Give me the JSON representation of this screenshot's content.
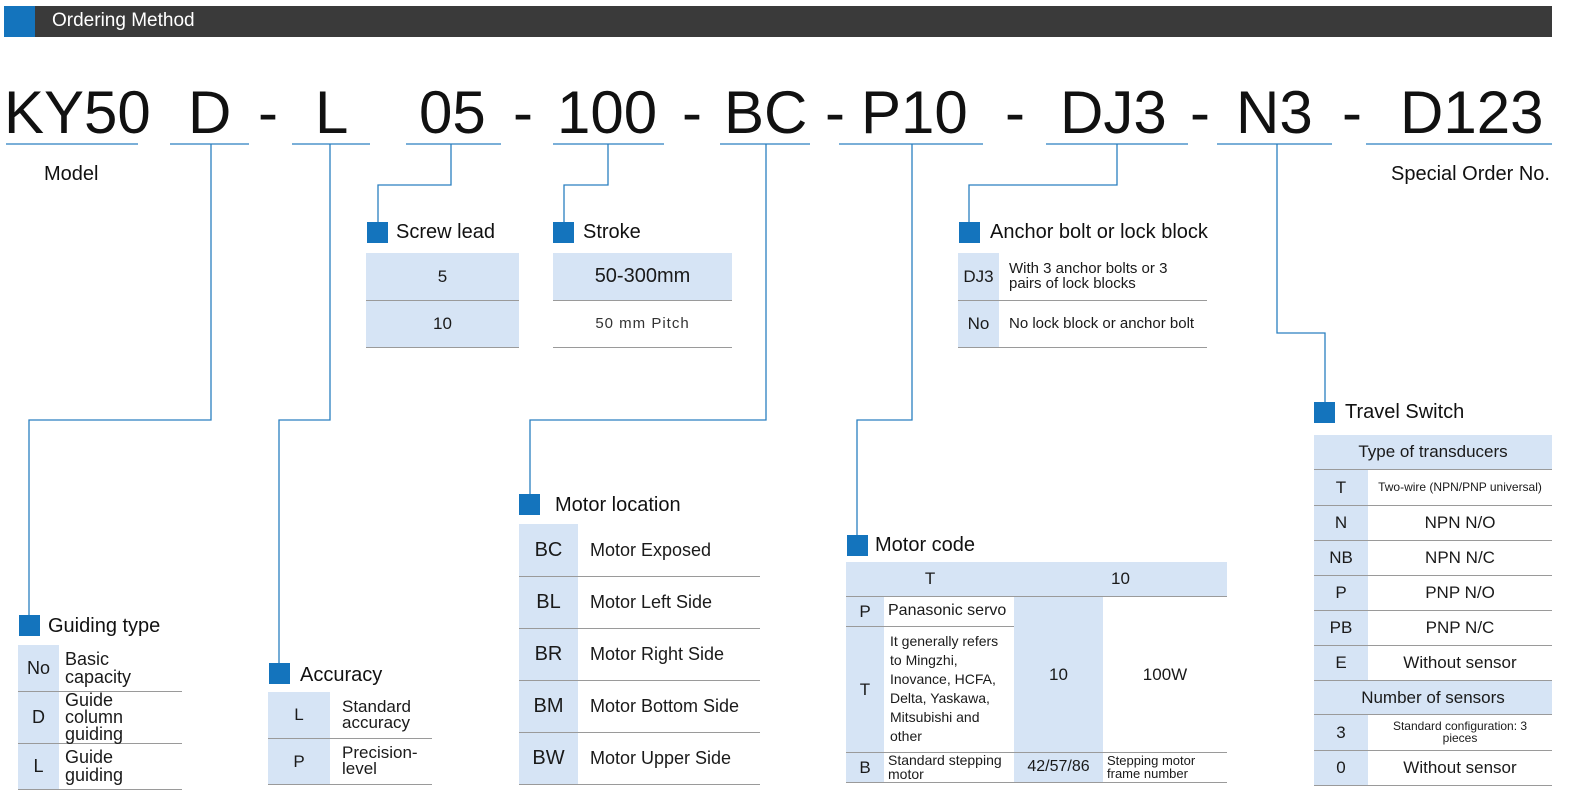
{
  "header": {
    "title": "Ordering Method"
  },
  "code_parts": [
    {
      "id": "model",
      "text": "KY50"
    },
    {
      "id": "guiding",
      "text": "D"
    },
    {
      "id": "dash1",
      "text": "-"
    },
    {
      "id": "accuracy",
      "text": "L"
    },
    {
      "id": "lead",
      "text": "05"
    },
    {
      "id": "dash2",
      "text": "-"
    },
    {
      "id": "stroke",
      "text": "100"
    },
    {
      "id": "dash3",
      "text": "-"
    },
    {
      "id": "motorloc",
      "text": "BC"
    },
    {
      "id": "dash4",
      "text": "-"
    },
    {
      "id": "motorcode",
      "text": "P10"
    },
    {
      "id": "dash5",
      "text": "-"
    },
    {
      "id": "anchor",
      "text": "DJ3"
    },
    {
      "id": "dash6",
      "text": "-"
    },
    {
      "id": "switch",
      "text": "N3"
    },
    {
      "id": "dash7",
      "text": "-"
    },
    {
      "id": "special",
      "text": "D123"
    }
  ],
  "captions": {
    "model": "Model",
    "special": "Special Order No."
  },
  "screw_lead": {
    "title": "Screw lead",
    "rows": [
      "5",
      "10"
    ]
  },
  "stroke": {
    "title": "Stroke",
    "range": "50-300mm",
    "pitch": "50 mm Pitch"
  },
  "anchor": {
    "title": "Anchor bolt or lock block",
    "rows": [
      {
        "code": "DJ3",
        "desc": "With 3 anchor bolts or 3 pairs of lock blocks"
      },
      {
        "code": "No",
        "desc": "No lock block or anchor bolt"
      }
    ]
  },
  "travel_switch": {
    "title": "Travel Switch",
    "types_header": "Type of transducers",
    "types": [
      {
        "code": "T",
        "desc": "Two-wire (NPN/PNP universal)"
      },
      {
        "code": "N",
        "desc": "NPN  N/O"
      },
      {
        "code": "NB",
        "desc": "NPN  N/C"
      },
      {
        "code": "P",
        "desc": "PNP  N/O"
      },
      {
        "code": "PB",
        "desc": "PNP  N/C"
      },
      {
        "code": "E",
        "desc": "Without sensor"
      }
    ],
    "count_header": "Number of sensors",
    "counts": [
      {
        "code": "3",
        "desc": "Standard configuration: 3 pieces"
      },
      {
        "code": "0",
        "desc": "Without sensor"
      }
    ]
  },
  "motor_location": {
    "title": "Motor location",
    "rows": [
      {
        "code": "BC",
        "desc": "Motor Exposed"
      },
      {
        "code": "BL",
        "desc": "Motor Left Side"
      },
      {
        "code": "BR",
        "desc": "Motor Right Side"
      },
      {
        "code": "BM",
        "desc": "Motor Bottom Side"
      },
      {
        "code": "BW",
        "desc": "Motor Upper Side"
      }
    ]
  },
  "motor_code": {
    "title": "Motor code",
    "head_left": "T",
    "head_right": "10",
    "p_code": "P",
    "p_desc": "Panasonic servo",
    "t_code": "T",
    "t_desc": "It generally refers to Mingzhi, Inovance, HCFA, Delta, Yaskawa, Mitsubishi and other",
    "power_code": "10",
    "power_desc": "100W",
    "b_code": "B",
    "b_desc": "Standard stepping motor",
    "frame_code": "42/57/86",
    "frame_desc": "Stepping motor frame number"
  },
  "guiding_type": {
    "title": "Guiding type",
    "rows": [
      {
        "code": "No",
        "desc": "Basic capacity"
      },
      {
        "code": "D",
        "desc": "Guide column guiding"
      },
      {
        "code": "L",
        "desc": "Guide guiding"
      }
    ]
  },
  "accuracy": {
    "title": "Accuracy",
    "rows": [
      {
        "code": "L",
        "desc": "Standard accuracy"
      },
      {
        "code": "P",
        "desc": "Precision-level"
      }
    ]
  },
  "colors": {
    "accent": "#1474bd",
    "header_bar": "#3a3a3a",
    "cell_fill": "#d6e4f5",
    "line": "#2a7fc0"
  }
}
